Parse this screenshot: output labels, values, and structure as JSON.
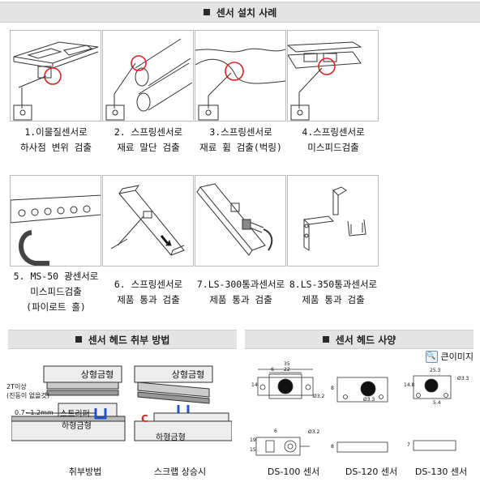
{
  "sections": {
    "install": "센서 설치 사례",
    "mount": "센서 헤드 취부 방법",
    "spec": "센서 헤드 사양"
  },
  "cases": [
    {
      "line1": "1.이물질센서로",
      "line2": "하사점 변위 검출"
    },
    {
      "line1": "2. 스프링센서로",
      "line2": "재료 말단 검출"
    },
    {
      "line1": "3.스프링센서로",
      "line2": "재료 휨 검출(벅링)"
    },
    {
      "line1": "4.스프링센서로",
      "line2": "미스피드검출"
    },
    {
      "line1": "5. MS-50 광센서로",
      "line2": "미스피드검출",
      "line3": "(파이로트 홀)"
    },
    {
      "line1": "6. 스프링센서로",
      "line2": "제품 통과 검출"
    },
    {
      "line1": "7.LS-300통과센서로",
      "line2": "제품 통과 검출"
    },
    {
      "line1": "8.LS-350통과센서로",
      "line2": "제품 통과 검출"
    }
  ],
  "mount": {
    "upper_die": "상형금형",
    "lower_die": "하형금형",
    "stripper": "스트리퍼",
    "note1": "2T이상",
    "note2": "(진동이 없을것)",
    "gap": "0.7~1.2mm",
    "caption_left": "취부방법",
    "caption_right": "스크랩 상승시",
    "marker": "C"
  },
  "spec": {
    "zoom_button": "큰이미지",
    "zoom_icon": "magnifier-icon",
    "models": [
      "DS-100 센서",
      "DS-120 센서",
      "DS-130 센서"
    ],
    "dims": {
      "a_top": "35",
      "a_mid": "22",
      "a_left": "6",
      "a_h": "14",
      "a_hole": "Ø3.2",
      "b_h": "8",
      "b_hole": "Ø3.3",
      "c_top": "25.3",
      "c_h": "14.8",
      "c_hole": "Ø3.3",
      "c_bot": "5.4",
      "a_side_w": "6",
      "a_side_h1": "19",
      "a_side_h2": "15",
      "a_side_hole": "Ø3.2",
      "b_side": "8",
      "c_side": "7"
    }
  }
}
